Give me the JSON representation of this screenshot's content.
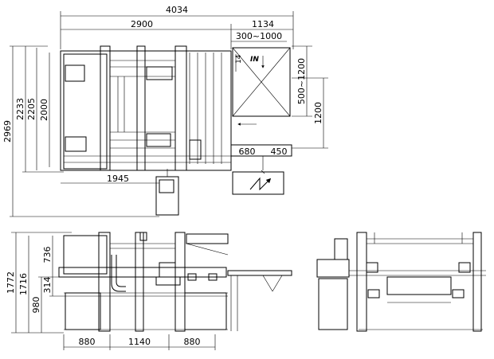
{
  "plan_view": {
    "dims_top": {
      "overall": "4034",
      "main": "2900",
      "side": "1134",
      "range": "300~1000"
    },
    "dims_left": {
      "overall": "2969",
      "a": "2233",
      "b": "2205",
      "c": "2000"
    },
    "dims_right": {
      "range": "500~1200",
      "h": "1200"
    },
    "dims_bottom": {
      "main": "1945",
      "a": "680",
      "b": "450"
    },
    "in_label": "IN",
    "small_dim": "14"
  },
  "front_view": {
    "dims_left": {
      "overall": "1772",
      "a": "1716",
      "b": "736",
      "c": "314",
      "d": "980"
    },
    "dims_bottom": {
      "a": "880",
      "b": "1140",
      "c": "880"
    }
  }
}
